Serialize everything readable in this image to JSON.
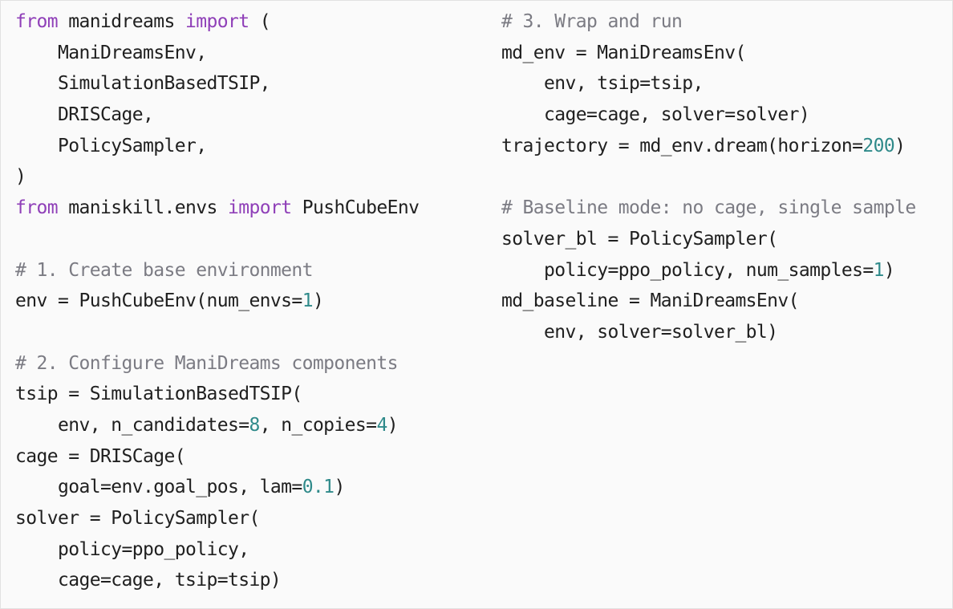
{
  "code_panel": {
    "colors": {
      "background": "#fafafa",
      "text": "#202020",
      "keyword": "#8f3fb8",
      "number": "#2f8a8a",
      "comment": "#7b7b83"
    },
    "left_lines": [
      [
        {
          "t": "kw",
          "v": "from"
        },
        {
          "t": "plain",
          "v": " manidreams "
        },
        {
          "t": "kw",
          "v": "import"
        },
        {
          "t": "plain",
          "v": " ("
        }
      ],
      [
        {
          "t": "plain",
          "v": "    ManiDreamsEnv,"
        }
      ],
      [
        {
          "t": "plain",
          "v": "    SimulationBasedTSIP,"
        }
      ],
      [
        {
          "t": "plain",
          "v": "    DRISCage,"
        }
      ],
      [
        {
          "t": "plain",
          "v": "    PolicySampler,"
        }
      ],
      [
        {
          "t": "plain",
          "v": ")"
        }
      ],
      [
        {
          "t": "kw",
          "v": "from"
        },
        {
          "t": "plain",
          "v": " maniskill.envs "
        },
        {
          "t": "kw",
          "v": "import"
        },
        {
          "t": "plain",
          "v": " PushCubeEnv"
        }
      ],
      [],
      [
        {
          "t": "cm",
          "v": "# 1. Create base environment"
        }
      ],
      [
        {
          "t": "plain",
          "v": "env = PushCubeEnv(num_envs="
        },
        {
          "t": "num",
          "v": "1"
        },
        {
          "t": "plain",
          "v": ")"
        }
      ],
      [],
      [
        {
          "t": "cm",
          "v": "# 2. Configure ManiDreams components"
        }
      ],
      [
        {
          "t": "plain",
          "v": "tsip = SimulationBasedTSIP("
        }
      ],
      [
        {
          "t": "plain",
          "v": "    env, n_candidates="
        },
        {
          "t": "num",
          "v": "8"
        },
        {
          "t": "plain",
          "v": ", n_copies="
        },
        {
          "t": "num",
          "v": "4"
        },
        {
          "t": "plain",
          "v": ")"
        }
      ],
      [
        {
          "t": "plain",
          "v": "cage = DRISCage("
        }
      ],
      [
        {
          "t": "plain",
          "v": "    goal=env.goal_pos, lam="
        },
        {
          "t": "num",
          "v": "0.1"
        },
        {
          "t": "plain",
          "v": ")"
        }
      ],
      [
        {
          "t": "plain",
          "v": "solver = PolicySampler("
        }
      ],
      [
        {
          "t": "plain",
          "v": "    policy=ppo_policy,"
        }
      ],
      [
        {
          "t": "plain",
          "v": "    cage=cage, tsip=tsip)"
        }
      ]
    ],
    "right_lines": [
      [
        {
          "t": "cm",
          "v": "# 3. Wrap and run"
        }
      ],
      [
        {
          "t": "plain",
          "v": "md_env = ManiDreamsEnv("
        }
      ],
      [
        {
          "t": "plain",
          "v": "    env, tsip=tsip,"
        }
      ],
      [
        {
          "t": "plain",
          "v": "    cage=cage, solver=solver)"
        }
      ],
      [
        {
          "t": "plain",
          "v": "trajectory = md_env.dream(horizon="
        },
        {
          "t": "num",
          "v": "200"
        },
        {
          "t": "plain",
          "v": ")"
        }
      ],
      [],
      [
        {
          "t": "cm",
          "v": "# Baseline mode: no cage, single sample"
        }
      ],
      [
        {
          "t": "plain",
          "v": "solver_bl = PolicySampler("
        }
      ],
      [
        {
          "t": "plain",
          "v": "    policy=ppo_policy, num_samples="
        },
        {
          "t": "num",
          "v": "1"
        },
        {
          "t": "plain",
          "v": ")"
        }
      ],
      [
        {
          "t": "plain",
          "v": "md_baseline = ManiDreamsEnv("
        }
      ],
      [
        {
          "t": "plain",
          "v": "    env, solver=solver_bl)"
        }
      ]
    ]
  }
}
